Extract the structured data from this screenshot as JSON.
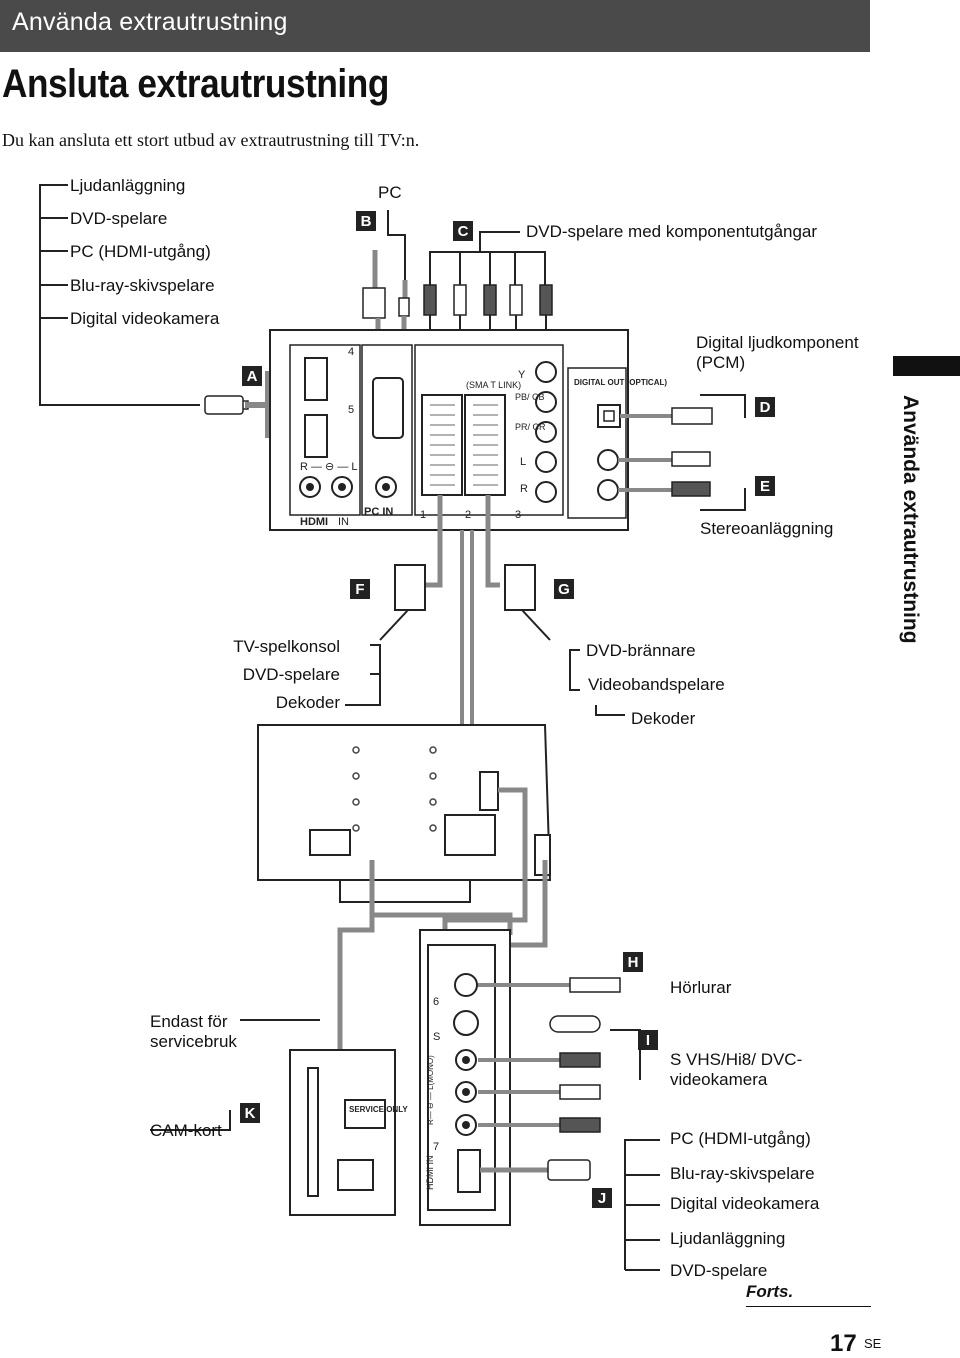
{
  "header": {
    "section_title": "Använda extrautrustning"
  },
  "page_title": "Ansluta extrautrustning",
  "intro": "Du kan ansluta ett stort utbud av extrautrustning till TV:n.",
  "labels_left_top": [
    "Ljudanläggning",
    "DVD-spelare",
    "PC (HDMI-utgång)",
    "Blu-ray-skivspelare",
    "Digital videokamera"
  ],
  "pc_label": "PC",
  "component_label": "DVD-spelare med komponentutgångar",
  "digital_audio_label": "Digital ljudkomponent (PCM)",
  "stereo_label": "Stereoanläggning",
  "scart_left_labels": [
    "TV-spelkonsol",
    "DVD-spelare",
    "Dekoder"
  ],
  "scart_right_labels": [
    "DVD-brännare",
    "Videobandspelare",
    "Dekoder"
  ],
  "headphones_label": "Hörlurar",
  "service_label": "Endast för servicebruk",
  "cam_label": "CAM-kort",
  "svhs_label": "S VHS/Hi8/ DVC-videokamera",
  "labels_right_bottom": [
    "PC (HDMI-utgång)",
    "Blu-ray-skivspelare",
    "Digital videokamera",
    "Ljudanläggning",
    "DVD-spelare"
  ],
  "badges": {
    "A": "A",
    "B": "B",
    "C": "C",
    "D": "D",
    "E": "E",
    "F": "F",
    "G": "G",
    "H": "H",
    "I": "I",
    "J": "J",
    "K": "K"
  },
  "panel_text": {
    "hdmi_in": "IN",
    "hdmi_logo": "HDMI",
    "port4": "4",
    "port5": "5",
    "rl": "R — ⊖ — L",
    "pc_in": "PC IN",
    "smartlink": "(SMA  T LINK)",
    "scart1": "1",
    "scart2": "2",
    "comp3": "3",
    "y": "Y",
    "pb": "PB/ CB",
    "pr": "PR/ CR",
    "l": "L",
    "r": "R",
    "digital_out": "DIGITAL OUT (OPTICAL)",
    "side_6": "6",
    "side_7": "7",
    "side_s": "S",
    "side_hdmi_in": "HDMI IN",
    "side_mono": "R— ⊖ — L(MONO)",
    "service_only": "SERVICE ONLY"
  },
  "side_tab_text": "Använda extrautrustning",
  "footer": {
    "forts": "Forts.",
    "page_number": "17",
    "page_suffix": "SE"
  }
}
